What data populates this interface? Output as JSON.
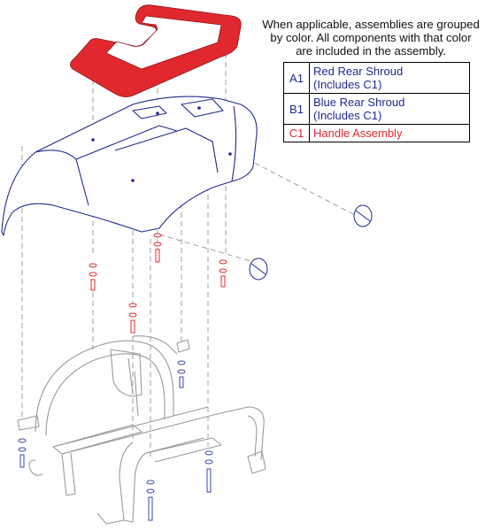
{
  "note": {
    "lines": [
      "When applicable, assemblies are grouped",
      "by color. All components with that color",
      "are included in the assembly."
    ]
  },
  "legend": [
    {
      "id": "A1",
      "line1": "Red Rear Shroud",
      "line2": "(Includes C1)",
      "color": "#1f2b8f"
    },
    {
      "id": "B1",
      "line1": "Blue Rear Shroud",
      "line2": "(Includes C1)",
      "color": "#1f2b8f"
    },
    {
      "id": "C1",
      "line1": "Handle Assembly",
      "line2": "",
      "color": "#e0282e"
    }
  ],
  "colors": {
    "handle_assembly": "#e0282e",
    "shroud_outline": "#1f2b8f",
    "frame_outline": "#9a9a9a",
    "leader_lines": "#888888",
    "hardware_blue": "#3a4aa8",
    "hardware_red": "#e0282e"
  }
}
